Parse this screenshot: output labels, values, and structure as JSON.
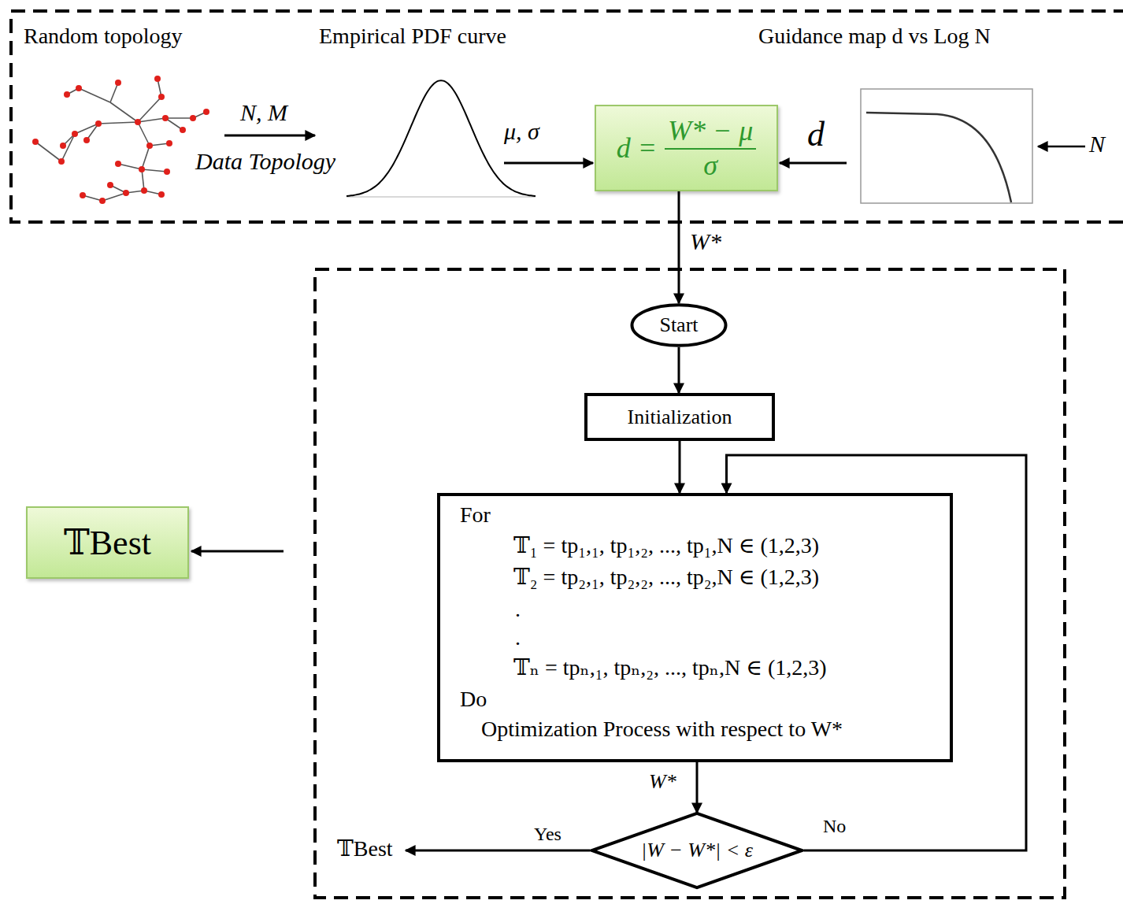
{
  "diagram": {
    "nodes": [
      {
        "text": [
          "d =",
          "W* − μ",
          "σ"
        ]
      },
      {
        "text": [
          "Start"
        ]
      },
      {
        "text": [
          "Initialization"
        ]
      },
      {
        "text": [
          "For",
          "𝕋₁ = tp₁,₁, tp₁,₂, ..., tp₁,N ∈ (1,2,3)",
          "𝕋₂ = tp₂,₁, tp₂,₂, ..., tp₂,N ∈ (1,2,3)",
          ".",
          ".",
          "𝕋ₙ = tpₙ,₁, tpₙ,₂, ..., tpₙ,N ∈ (1,2,3)",
          "Do",
          "Optimization Process with respect to W*"
        ]
      },
      {
        "text": [
          "|W − W*| < ε"
        ]
      },
      {
        "text": [
          "𝕋Best"
        ]
      }
    ],
    "edges": [
      {
        "from": 0,
        "to": 1,
        "arrow": "to",
        "label": "W*"
      },
      {
        "from": 1,
        "to": 2,
        "arrow": "to"
      },
      {
        "from": 2,
        "to": 3,
        "arrow": "to"
      },
      {
        "from": 3,
        "to": 4,
        "arrow": "to",
        "label": "W*"
      },
      {
        "from": 4,
        "to": 3,
        "arrow": "to",
        "label": "No"
      }
    ],
    "labels": [
      "Random topology",
      "Empirical PDF curve",
      "Guidance map d vs Log N",
      "N, M",
      "Data Topology",
      "μ, σ",
      "d",
      "N",
      "Yes",
      "𝕋Best"
    ]
  }
}
